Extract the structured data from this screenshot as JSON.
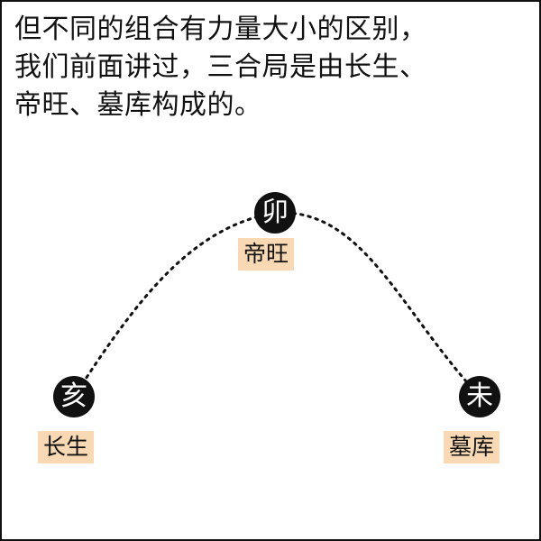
{
  "intro_text": {
    "line1": "但不同的组合有力量大小的区别，",
    "line2": "我们前面讲过，三合局是由长生、",
    "line3": "帝旺、墓库构成的。"
  },
  "diagram": {
    "left": {
      "branch": "亥",
      "stage": "长生"
    },
    "top": {
      "branch": "卯",
      "stage": "帝旺"
    },
    "right": {
      "branch": "未",
      "stage": "墓库"
    }
  },
  "colors": {
    "node_fill": "#111111",
    "label_background": "#f8d9b4",
    "arc_stroke": "#111111"
  }
}
